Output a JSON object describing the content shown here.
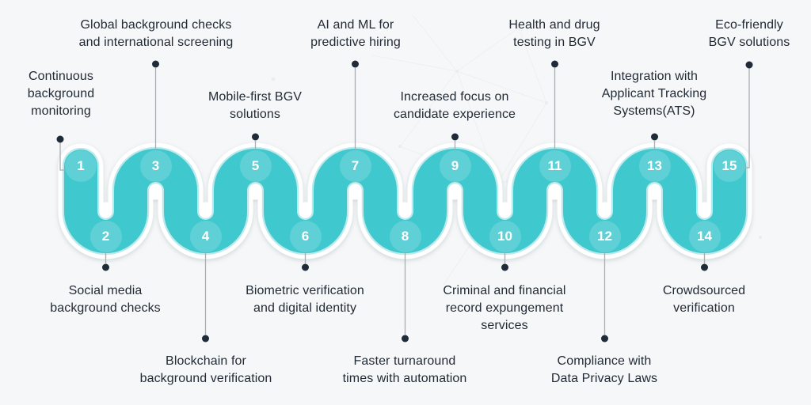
{
  "infographic": {
    "theme_colors": {
      "accent": "#3FC8CE",
      "accent_rim": "#BCE9EB",
      "casing": "#FFFFFF",
      "background": "#F6F7F8",
      "label_text": "#222B36",
      "connector_dot": "#1F2B38",
      "connector_line": "#A8ADB2",
      "number_text": "#FFFFFF"
    },
    "items": [
      {
        "number": "1",
        "label": "Continuous\nbackground\nmonitoring"
      },
      {
        "number": "2",
        "label": "Social media\nbackground checks"
      },
      {
        "number": "3",
        "label": "Global background checks\nand international screening"
      },
      {
        "number": "4",
        "label": "Blockchain for\nbackground verification"
      },
      {
        "number": "5",
        "label": "Mobile-first BGV\nsolutions"
      },
      {
        "number": "6",
        "label": "Biometric verification\nand digital identity"
      },
      {
        "number": "7",
        "label": "AI and ML for\npredictive hiring"
      },
      {
        "number": "8",
        "label": "Faster turnaround\ntimes with automation"
      },
      {
        "number": "9",
        "label": "Increased focus on\ncandidate experience"
      },
      {
        "number": "10",
        "label": "Criminal and financial\nrecord expungement\nservices"
      },
      {
        "number": "11",
        "label": "Health and drug\ntesting in BGV"
      },
      {
        "number": "12",
        "label": "Compliance with\nData Privacy Laws"
      },
      {
        "number": "13",
        "label": "Integration with\nApplicant Tracking\nSystems(ATS)"
      },
      {
        "number": "14",
        "label": "Crowdsourced\nverification"
      },
      {
        "number": "15",
        "label": "Eco-friendly\nBGV solutions"
      }
    ]
  }
}
